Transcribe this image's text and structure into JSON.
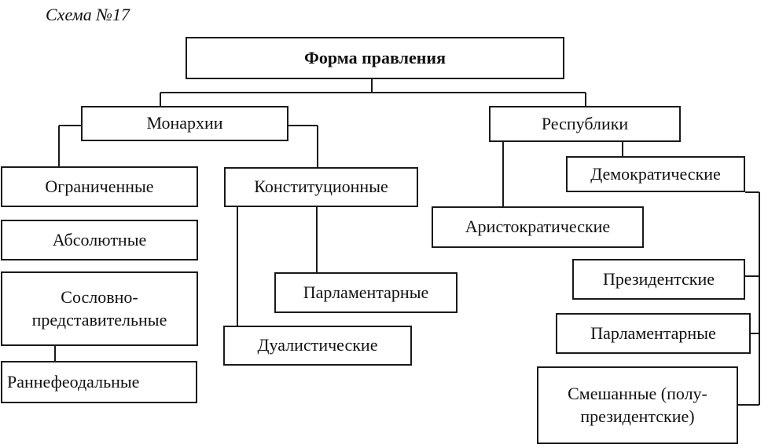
{
  "caption": "Схема №17",
  "root": "Форма правления",
  "monarchy": {
    "title": "Монархии",
    "limited": "Ограниченные",
    "absolute": "Абсолютные",
    "estate_l1": "Сословно-",
    "estate_l2": "представительные",
    "early_feudal": "Раннефеодальные",
    "constitutional": "Конституционные",
    "parliamentary": "Парламентарные",
    "dualistic": "Дуалистические"
  },
  "republic": {
    "title": "Республики",
    "democratic": "Демократические",
    "aristocratic": "Аристократические",
    "presidential": "Президентские",
    "parliamentary": "Парламентарные",
    "mixed_l1": "Смешанные (полу-",
    "mixed_l2": "президентские)"
  }
}
